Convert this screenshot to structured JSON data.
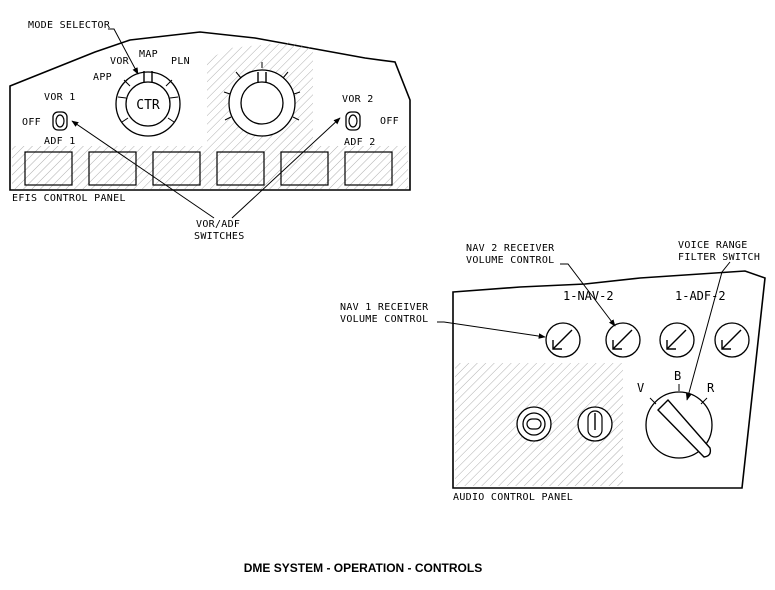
{
  "efis_panel": {
    "mode_selector_label": "MODE SELECTOR",
    "mode_positions": {
      "vor": "VOR",
      "map": "MAP",
      "app": "APP",
      "pln": "PLN"
    },
    "ctr_label": "CTR",
    "vor1_label": "VOR 1",
    "adf1_label": "ADF 1",
    "off_left": "OFF",
    "vor2_label": "VOR 2",
    "adf2_label": "ADF 2",
    "off_right": "OFF",
    "panel_title": "EFIS CONTROL PANEL",
    "switches_label_line1": "VOR/ADF",
    "switches_label_line2": "SWITCHES"
  },
  "audio_panel": {
    "nav2_callout_line1": "NAV 2 RECEIVER",
    "nav2_callout_line2": "VOLUME CONTROL",
    "voice_callout_line1": "VOICE RANGE",
    "voice_callout_line2": "FILTER SWITCH",
    "nav1_callout_line1": "NAV 1 RECEIVER",
    "nav1_callout_line2": "VOLUME CONTROL",
    "nav_group_label": "1-NAV-2",
    "adf_group_label": "1-ADF-2",
    "filter_positions": {
      "v": "V",
      "b": "B",
      "r": "R"
    },
    "panel_title": "AUDIO CONTROL PANEL"
  },
  "caption": "DME SYSTEM - OPERATION - CONTROLS"
}
